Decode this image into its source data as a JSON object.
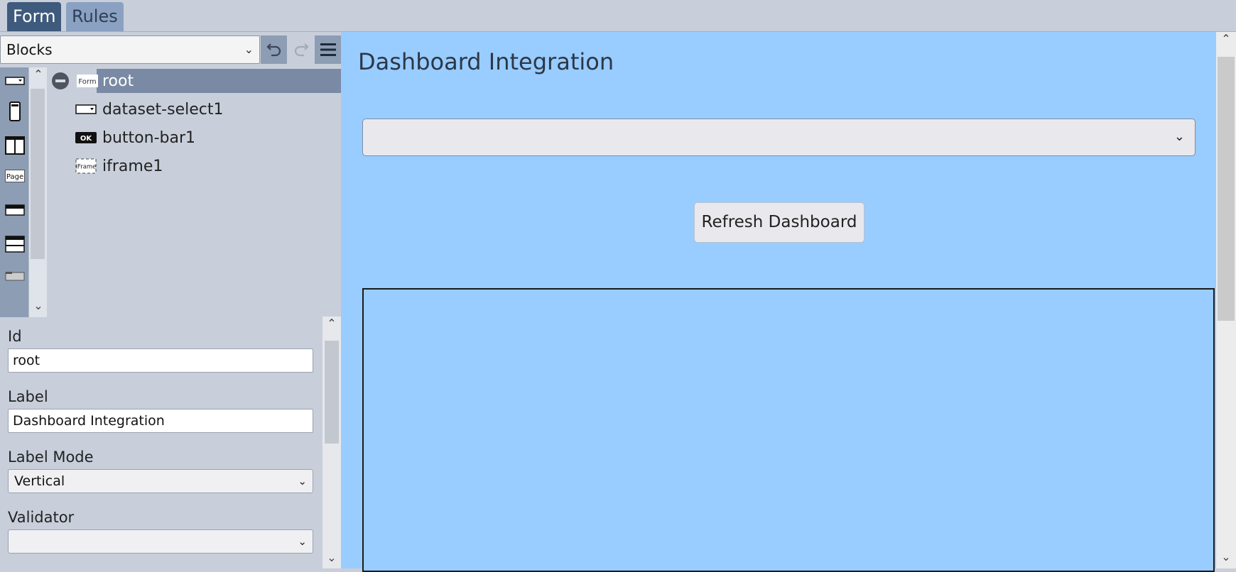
{
  "tabs": [
    {
      "label": "Form",
      "active": true
    },
    {
      "label": "Rules",
      "active": false
    }
  ],
  "toolbar": {
    "blocks_select_value": "Blocks",
    "undo_icon": "undo-icon",
    "redo_icon": "redo-icon",
    "menu_icon": "hamburger-menu-icon"
  },
  "palette": {
    "icons": [
      "select-block-icon",
      "mobile-block-icon",
      "columns-block-icon",
      "page-block-icon",
      "panel-block-icon",
      "section-block-icon",
      "card-block-icon"
    ],
    "page_icon_text": "Page"
  },
  "tree": {
    "root": {
      "label": "root",
      "type_tag": "Form"
    },
    "children": [
      {
        "label": "dataset-select1",
        "icon": "select-icon"
      },
      {
        "label": "button-bar1",
        "icon": "ok-button-icon",
        "icon_text": "OK"
      },
      {
        "label": "iframe1",
        "icon": "iframe-icon",
        "icon_text": "iFrame"
      }
    ]
  },
  "properties": {
    "id_label": "Id",
    "id_value": "root",
    "label_label": "Label",
    "label_value": "Dashboard Integration",
    "label_mode_label": "Label Mode",
    "label_mode_value": "Vertical",
    "validator_label": "Validator",
    "validator_value": ""
  },
  "preview": {
    "title": "Dashboard Integration",
    "select_value": "",
    "refresh_button": "Refresh Dashboard",
    "background": "#99ccff"
  },
  "colors": {
    "active_tab": "#3e5a7c",
    "inactive_tab": "#8aa1c2",
    "panel_bg": "#c8cfdb",
    "selected_row": "#7a8aa5",
    "preview_bg": "#99ccff"
  }
}
